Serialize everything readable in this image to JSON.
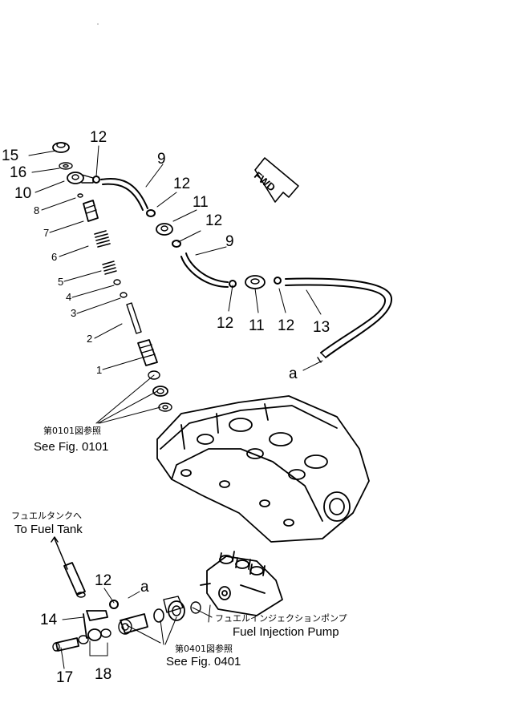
{
  "fwd_label": "FWD",
  "part_numbers": {
    "p1": "1",
    "p2": "2",
    "p3": "3",
    "p4": "4",
    "p5": "5",
    "p6": "6",
    "p7": "7",
    "p8": "8",
    "p9a": "9",
    "p9b": "9",
    "p10": "10",
    "p11a": "11",
    "p11b": "11",
    "p12a": "12",
    "p12b": "12",
    "p12c": "12",
    "p12d": "12",
    "p12e": "12",
    "p12f": "12",
    "p13": "13",
    "p14": "14",
    "p15": "15",
    "p16": "16",
    "p17": "17",
    "p18": "18"
  },
  "connector_a_top": "a",
  "connector_a_bottom": "a",
  "ref_0101": {
    "jp": "第0101図参照",
    "en": "See Fig. 0101"
  },
  "ref_0401": {
    "jp": "第0401図参照",
    "en": "See Fig. 0401"
  },
  "to_fuel_tank": {
    "jp": "フュエルタンクへ",
    "en": "To Fuel Tank"
  },
  "fuel_injection_pump": {
    "jp": "フュエルインジェクションポンプ",
    "en": "Fuel Injection Pump"
  }
}
